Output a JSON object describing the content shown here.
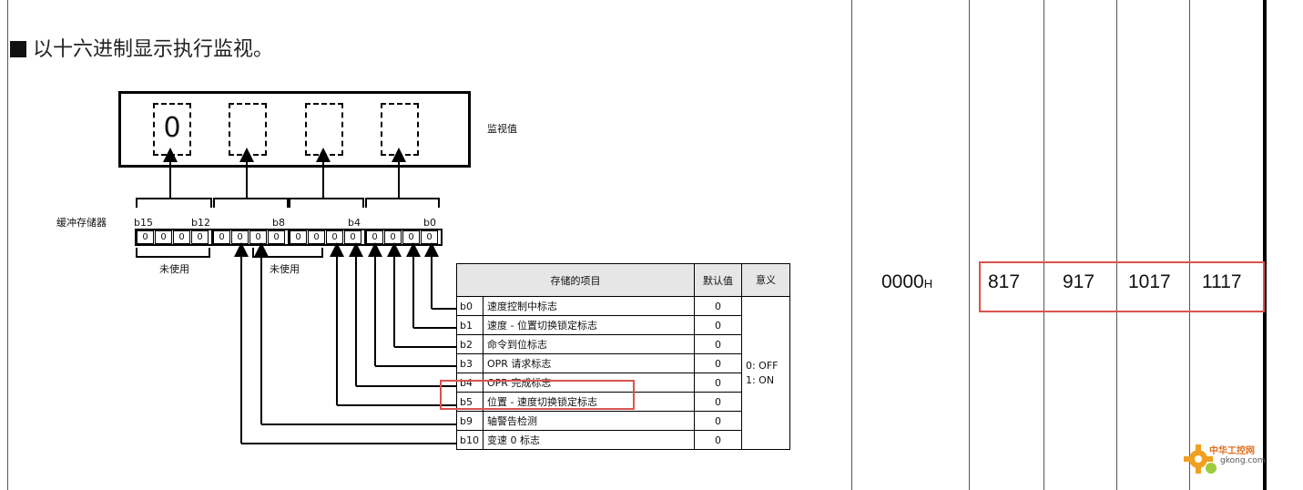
{
  "heading": "以十六进制显示执行监视。",
  "monitor": {
    "label": "监视值",
    "digits": [
      "0",
      "",
      "",
      ""
    ]
  },
  "buffer": {
    "label": "缓冲存储器",
    "bit_labels": [
      "b15",
      "b12",
      "b8",
      "b4",
      "b0"
    ],
    "bits": [
      "0",
      "0",
      "0",
      "0",
      "0",
      "0",
      "0",
      "0",
      "0",
      "0",
      "0",
      "0",
      "0",
      "0",
      "0",
      "0"
    ],
    "unused_labels": [
      "未使用",
      "未使用"
    ]
  },
  "table": {
    "headers": {
      "item": "存储的项目",
      "default": "默认值",
      "meaning": "意义"
    },
    "rows": [
      {
        "bit": "b0",
        "name": "速度控制中标志",
        "default": "0"
      },
      {
        "bit": "b1",
        "name": "速度 - 位置切换锁定标志",
        "default": "0"
      },
      {
        "bit": "b2",
        "name": "命令到位标志",
        "default": "0"
      },
      {
        "bit": "b3",
        "name": "OPR 请求标志",
        "default": "0"
      },
      {
        "bit": "b4",
        "name": "OPR 完成标志",
        "default": "0"
      },
      {
        "bit": "b5",
        "name": "位置 - 速度切换锁定标志",
        "default": "0"
      },
      {
        "bit": "b9",
        "name": "轴警告检测",
        "default": "0"
      },
      {
        "bit": "b10",
        "name": "变速 0 标志",
        "default": "0"
      }
    ],
    "meaning_off": "0: OFF",
    "meaning_on": "1: ON"
  },
  "default_value": {
    "number": "0000",
    "suffix": "H"
  },
  "addresses": [
    "817",
    "917",
    "1017",
    "1117"
  ],
  "watermark": {
    "text": "中华工控网",
    "sub": "gkong.com"
  },
  "colors": {
    "highlight": "#d9534f"
  }
}
